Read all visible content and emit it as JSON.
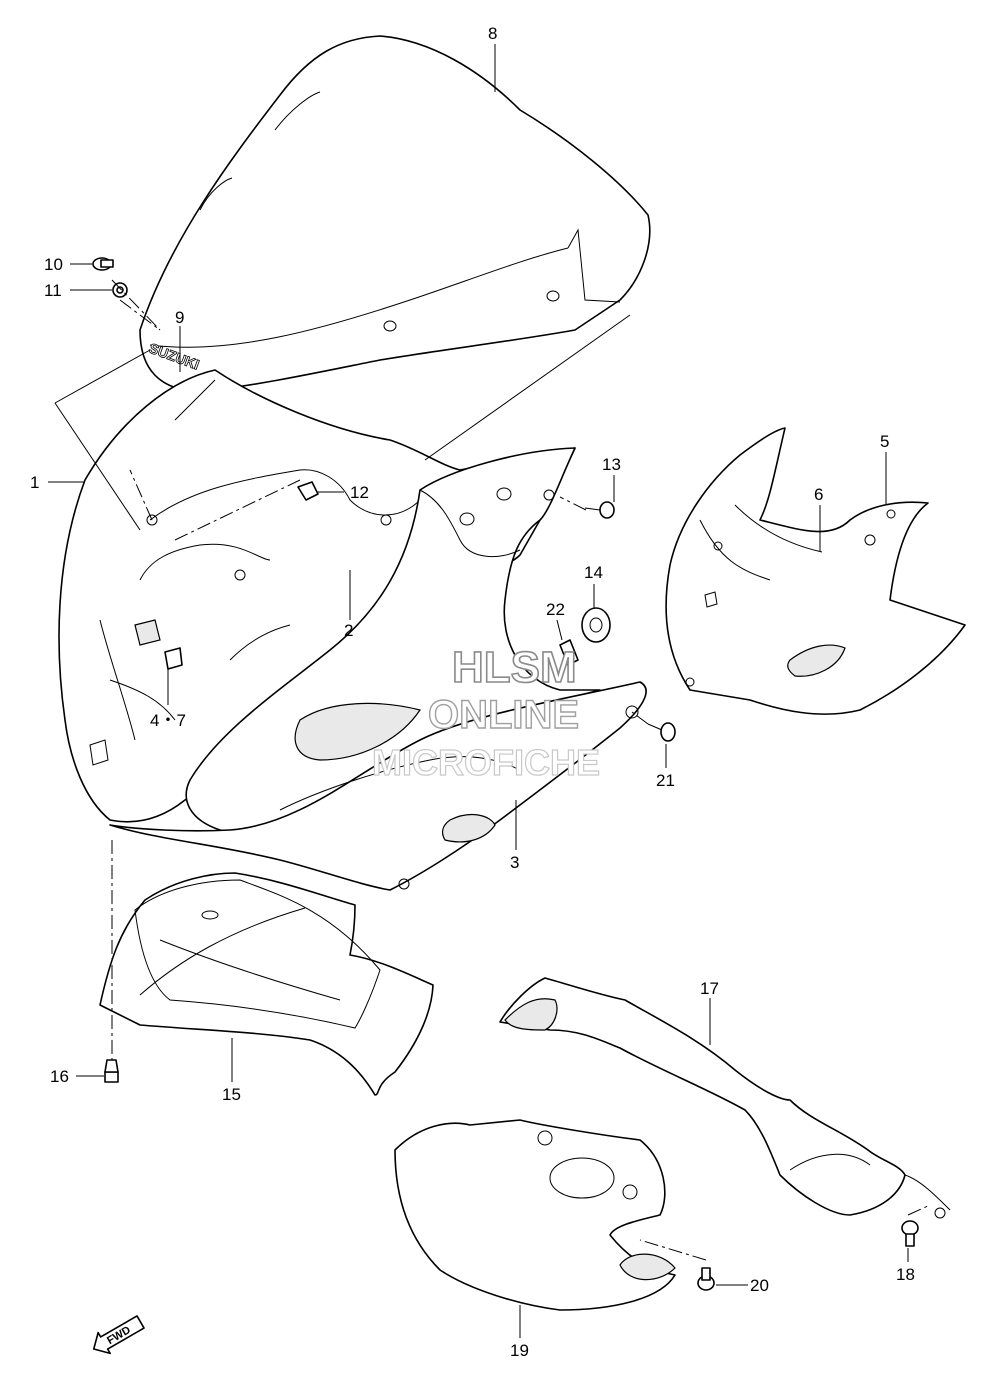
{
  "callouts": {
    "c1": "1",
    "c2": "2",
    "c3": "3",
    "c4_7": "4・7",
    "c5": "5",
    "c6": "6",
    "c8": "8",
    "c9": "9",
    "c10": "10",
    "c11": "11",
    "c12": "12",
    "c13": "13",
    "c14": "14",
    "c15": "15",
    "c16": "16",
    "c17": "17",
    "c18": "18",
    "c19": "19",
    "c20": "20",
    "c21": "21",
    "c22": "22"
  },
  "windscreen_logo": "SUZUKI",
  "fwd_arrow": "FWD",
  "watermark": {
    "line1": "HLSM",
    "line2": "ONLINE",
    "line3": "MICROFICHE"
  }
}
